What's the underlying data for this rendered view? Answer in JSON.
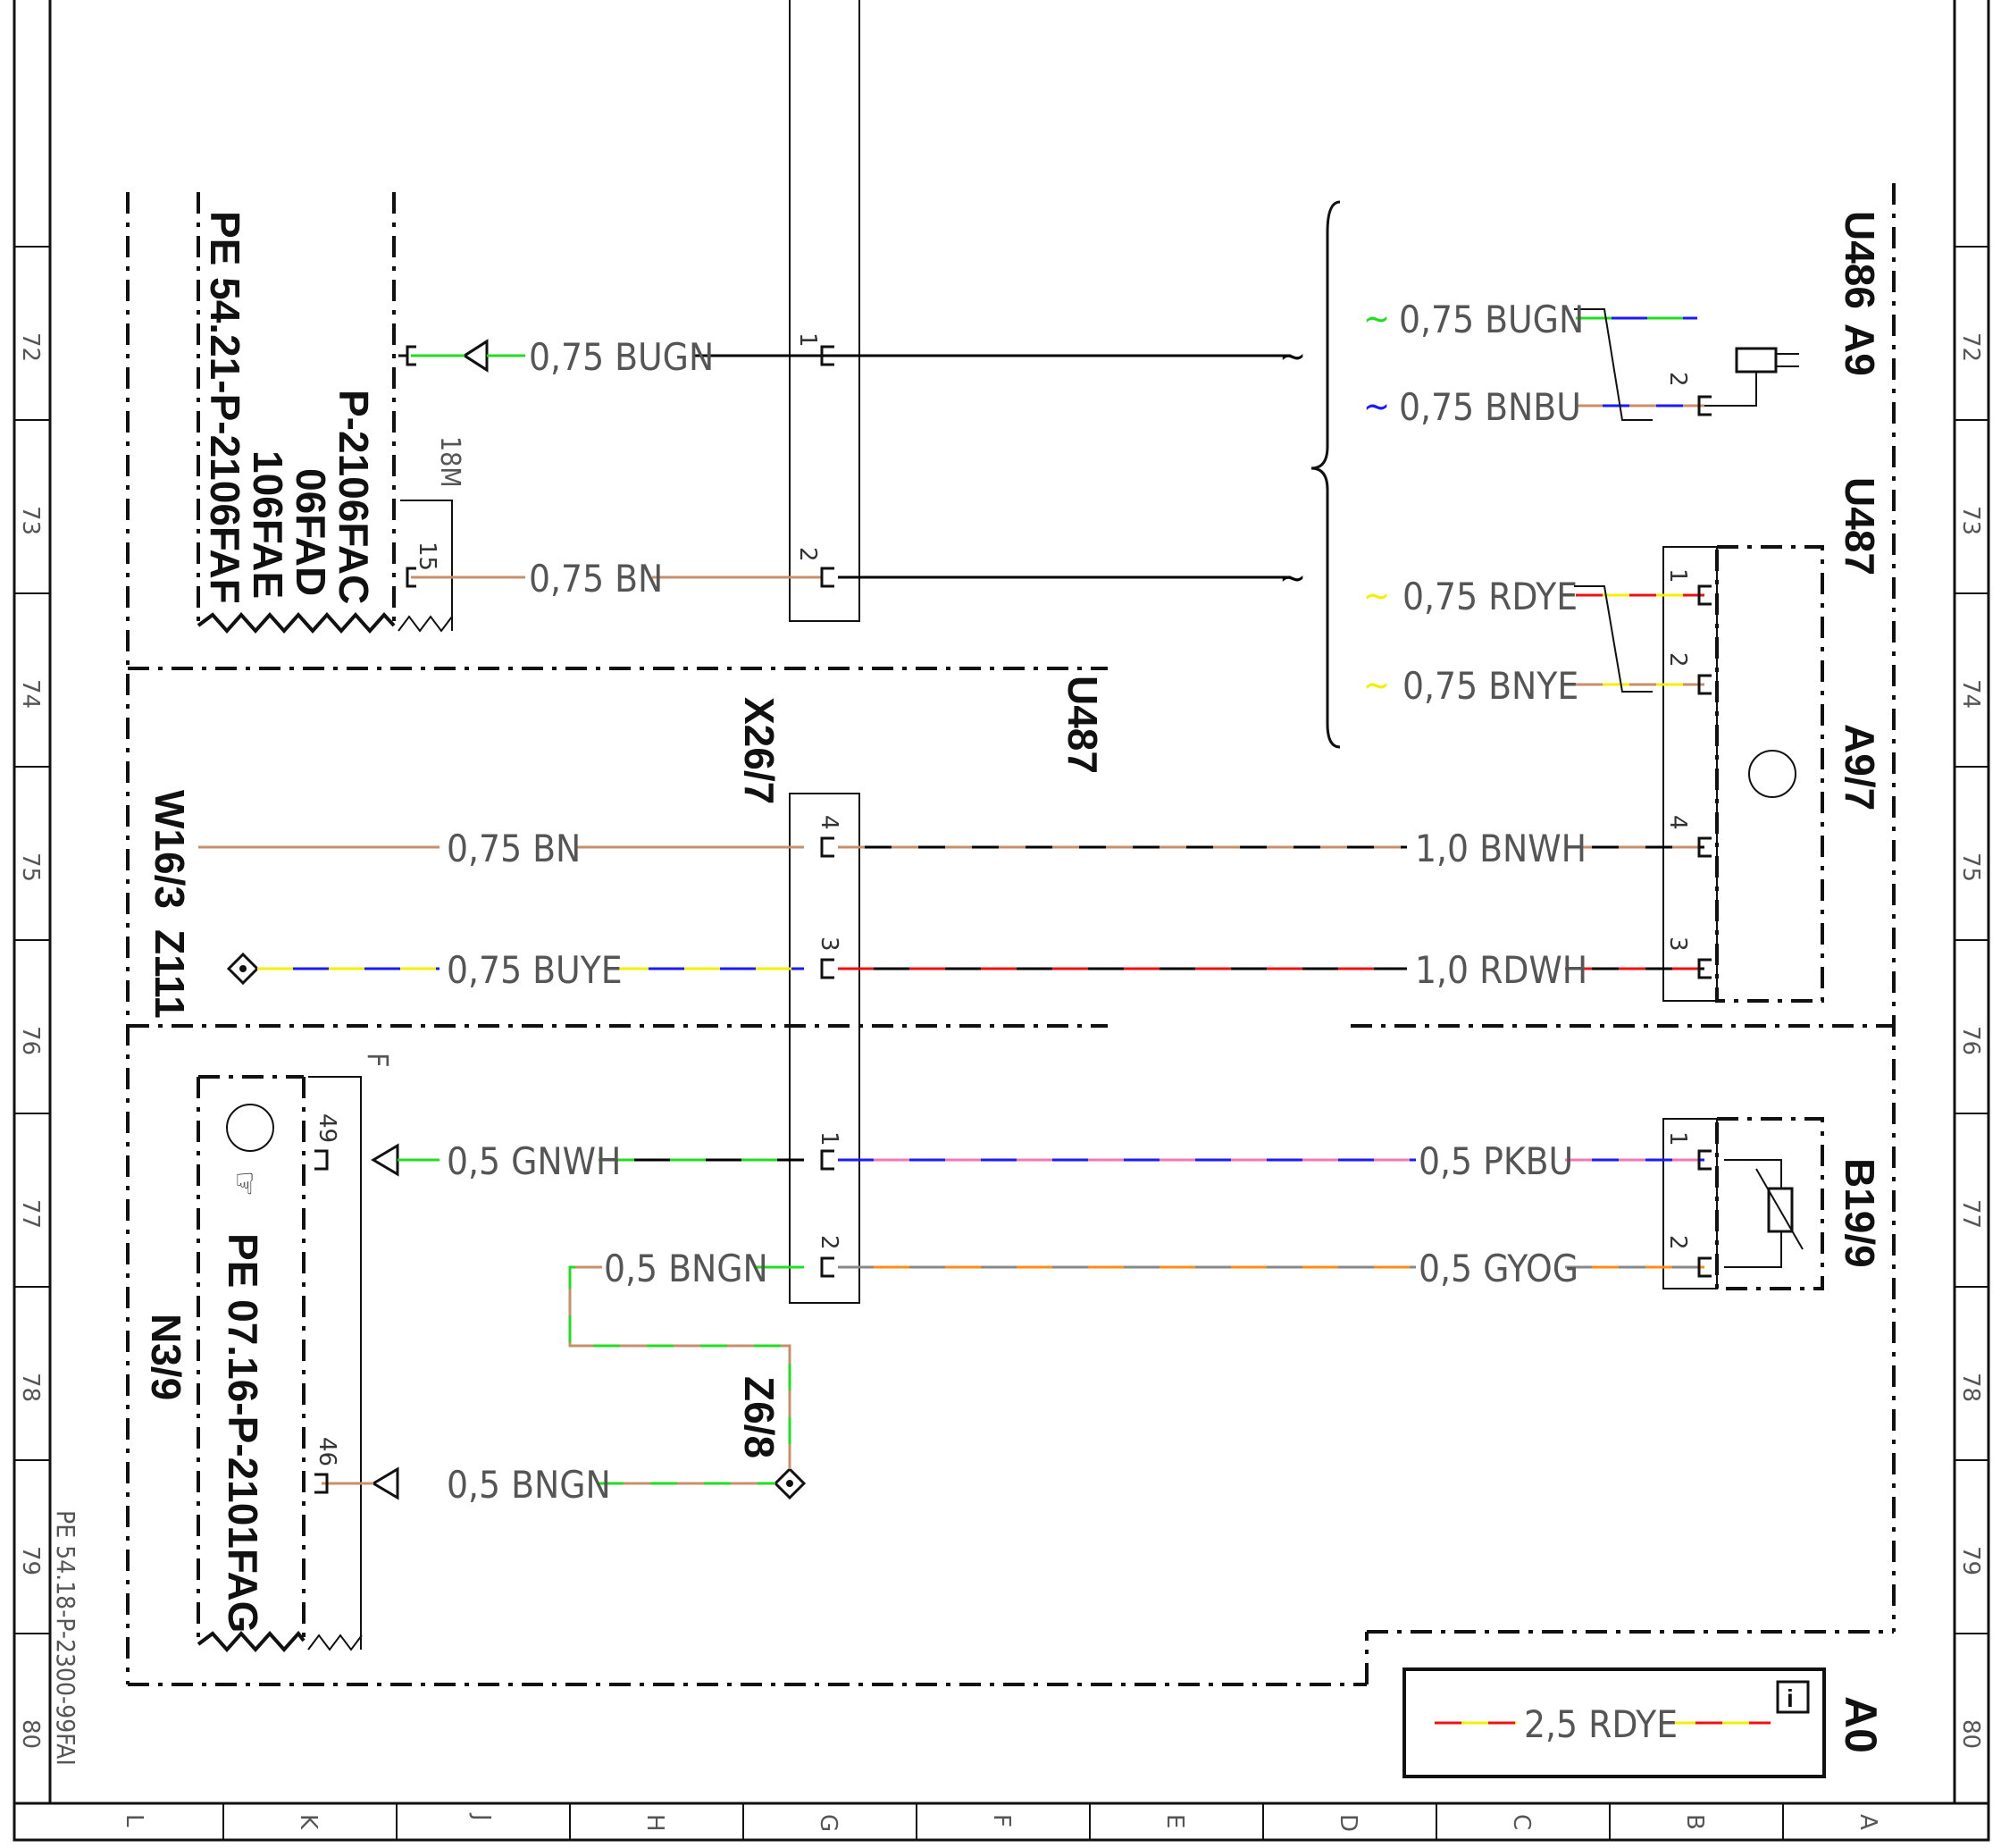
{
  "title_block": {
    "doc_ref": "PE 54.18-P-2300-99FAI"
  },
  "grid": {
    "rows": [
      "72",
      "73",
      "74",
      "75",
      "76",
      "77",
      "78",
      "79",
      "80"
    ],
    "columns": [
      "L",
      "K",
      "J",
      "H",
      "G",
      "F",
      "E",
      "D",
      "C",
      "B",
      "A"
    ]
  },
  "components": {
    "u486": "U486",
    "a9": "A9",
    "u487_top": "U487",
    "a9_7": "A9/7",
    "u487_mid": "U487",
    "x26_7": "X26/7",
    "w16_3": "W16/3",
    "z111": "Z111",
    "b19_9": "B19/9",
    "n3_9": "N3/9",
    "z6_8": "Z6/8",
    "a0": "A0",
    "f_label": "F",
    "m18": "18M"
  },
  "ecu_top": {
    "line1": "PE 54.21-P-2106FAF",
    "line2": "106FAE",
    "line3": "06FAD",
    "line4": "P-2106FAC"
  },
  "n3_9_ref": "PE 07.16-P-2101FAG",
  "pins": {
    "ecu_15": "15",
    "x_top_1": "1",
    "x_top_2": "2",
    "a9_2": "2",
    "u487_1": "1",
    "u487_2": "2",
    "x26_4": "4",
    "x26_3": "3",
    "x26_1": "1",
    "x26_2": "2",
    "a97_4": "4",
    "a97_3": "3",
    "b19_1": "1",
    "b19_2": "2",
    "n3_49": "49",
    "n3_46": "46"
  },
  "wires": {
    "w_bugn": "0,75 BUGN",
    "w_bn_top": "0,75 BN",
    "w_r_bugn": "0,75 BUGN",
    "w_r_bnbu": "0,75 BNBU",
    "w_r_rdye": "0,75 RDYE",
    "w_r_bnye": "0,75 BNYE",
    "w_bn_mid": "0,75 BN",
    "w_buye": "0,75 BUYE",
    "w_bnwh": "1,0 BNWH",
    "w_rdwh": "1,0 RDWH",
    "w_gnwh": "0,5 GNWH",
    "w_pkbu": "0,5 PKBU",
    "w_bngn_up": "0,5 BNGN",
    "w_gyog": "0,5 GYOG",
    "w_bngn_low": "0,5 BNGN",
    "w_rdye_legend": "2,5 RDYE"
  },
  "colors": {
    "brown": "#c8906a",
    "green": "#22dd22",
    "blue": "#1a1aff",
    "yellow": "#f0f000",
    "red": "#ee1111",
    "pink": "#f07ab4",
    "grey": "#888888",
    "orange": "#ff8c1a",
    "black": "#000000"
  }
}
